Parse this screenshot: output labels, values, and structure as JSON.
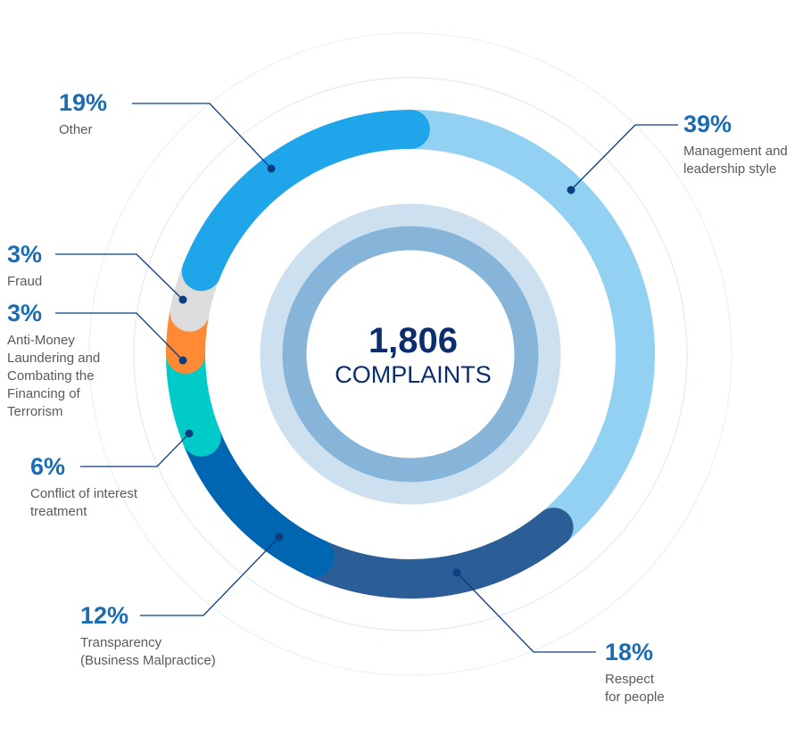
{
  "chart_data": {
    "type": "pie",
    "subtype": "donut",
    "total": "1,806",
    "total_label": "COMPLAINTS",
    "slices": [
      {
        "label": "Management and leadership style",
        "lines": [
          "Management and",
          "leadership style"
        ],
        "percent": 39,
        "percent_label": "39%",
        "color": "#92d1f1"
      },
      {
        "label": "Respect for people",
        "lines": [
          "Respect",
          "for people"
        ],
        "percent": 18,
        "percent_label": "18%",
        "color": "#2b5e96"
      },
      {
        "label": "Transparency (Business Malpractice)",
        "lines": [
          "Transparency",
          "(Business Malpractice)"
        ],
        "percent": 12,
        "percent_label": "12%",
        "color": "#0066b1"
      },
      {
        "label": "Conflict of interest treatment",
        "lines": [
          "Conflict of interest",
          "treatment"
        ],
        "percent": 6,
        "percent_label": "6%",
        "color": "#00cbc8"
      },
      {
        "label": "Anti-Money Laundering and Combating the Financing of Terrorism",
        "lines": [
          "Anti-Money",
          "Laundering and",
          "Combating the",
          "Financing of",
          "Terrorism"
        ],
        "percent": 3,
        "percent_label": "3%",
        "color": "#ff8a33"
      },
      {
        "label": "Fraud",
        "lines": [
          "Fraud"
        ],
        "percent": 3,
        "percent_label": "3%",
        "color": "#dcdcdc"
      },
      {
        "label": "Other",
        "lines": [
          "Other"
        ],
        "percent": 19,
        "percent_label": "19%",
        "color": "#1fa6ea"
      }
    ]
  },
  "colors": {
    "percent": "#1a6cb5",
    "leader": "#0b3d80",
    "center_text": "#0b2d6e"
  }
}
